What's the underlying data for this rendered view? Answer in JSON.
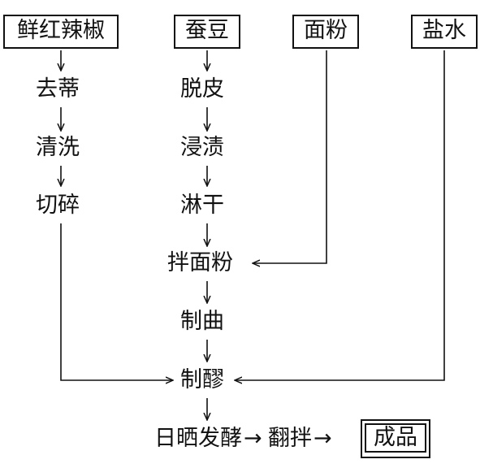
{
  "inputs": {
    "pepper": "鲜红辣椒",
    "beans": "蚕豆",
    "flour": "面粉",
    "brine": "盐水"
  },
  "pepper_steps": [
    "去蒂",
    "清洗",
    "切碎"
  ],
  "bean_steps": [
    "脱皮",
    "浸渍",
    "淋干"
  ],
  "main_steps": {
    "mix_flour": "拌面粉",
    "make_koji": "制曲",
    "make_mash": "制醪",
    "ferment": "日晒发酵",
    "arrow1": "→",
    "stir": "翻拌",
    "arrow2": "→",
    "product": "成品"
  }
}
